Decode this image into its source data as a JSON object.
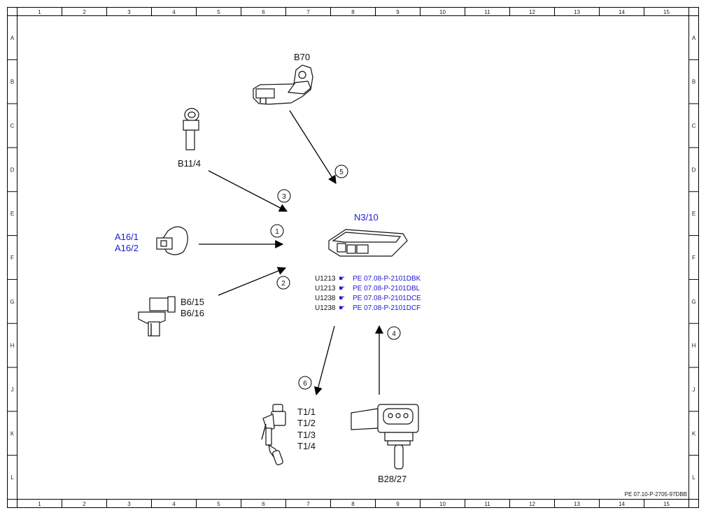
{
  "frame": {
    "columns": [
      "1",
      "2",
      "3",
      "4",
      "5",
      "6",
      "7",
      "8",
      "9",
      "10",
      "11",
      "12",
      "13",
      "14",
      "15"
    ],
    "rows": [
      "A",
      "B",
      "C",
      "D",
      "E",
      "F",
      "G",
      "H",
      "J",
      "K",
      "L"
    ]
  },
  "document_number": "PE 07.10-P-2705-97DBB",
  "components": {
    "b70": {
      "label": "B70"
    },
    "b11_4": {
      "label": "B11/4"
    },
    "a16": {
      "label_1": "A16/1",
      "label_2": "A16/2"
    },
    "b6": {
      "label_1": "B6/15",
      "label_2": "B6/16"
    },
    "n3_10": {
      "label": "N3/10"
    },
    "t1": {
      "label_1": "T1/1",
      "label_2": "T1/2",
      "label_3": "T1/3",
      "label_4": "T1/4"
    },
    "b28_27": {
      "label": "B28/27"
    }
  },
  "references": [
    {
      "code": "U1213",
      "link": "PE 07.08-P-2101DBK"
    },
    {
      "code": "U1213",
      "link": "PE 07.08-P-2101DBL"
    },
    {
      "code": "U1238",
      "link": "PE 07.08-P-2101DCE"
    },
    {
      "code": "U1238",
      "link": "PE 07.08-P-2101DCF"
    }
  ],
  "steps": [
    "1",
    "2",
    "3",
    "4",
    "5",
    "6"
  ],
  "colors": {
    "link_blue": "#1a1ad6",
    "line": "#000000"
  },
  "icons": [
    "hand-pointer-icon"
  ]
}
